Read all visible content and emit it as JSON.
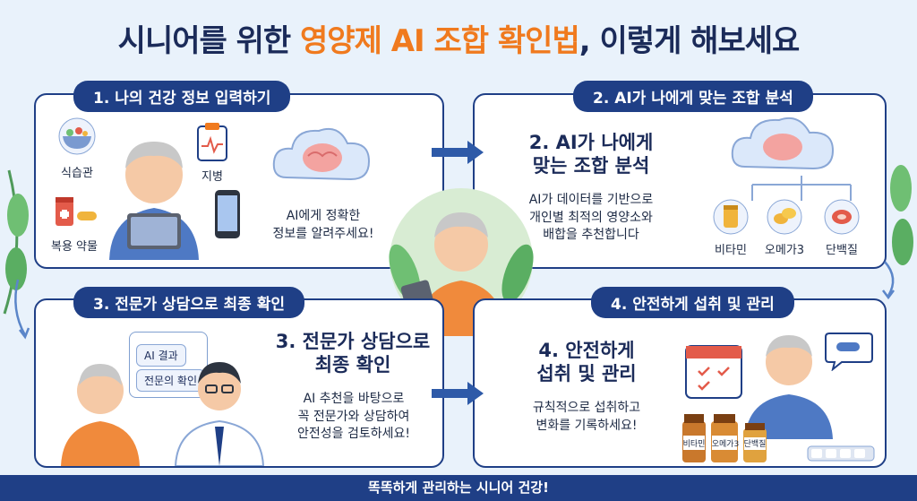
{
  "title": {
    "prefix": "시니어를 위한 ",
    "accent": "영양제 AI 조합 확인법",
    "suffix": ", 이렇게 해보세요"
  },
  "step1": {
    "pill": "1. 나의 건강 정보 입력하기",
    "diet_label": "식습관",
    "disease_label": "지병",
    "meds_label": "복용 약물",
    "body": "AI에게 정확한\n정보를 알려주세요!"
  },
  "step2": {
    "pill": "2. AI가 나에게 맞는 조합 분석",
    "heading": "2. AI가 나에게\n맞는 조합 분석",
    "body": "AI가 데이터를 기반으로\n개인별 최적의 영양소와\n배합을 추천합니다",
    "nutrients": [
      "비타민",
      "오메가3",
      "단백질"
    ]
  },
  "step3": {
    "pill": "3. 전문가 상담으로 최종 확인",
    "heading": "3. 전문가 상담으로\n최종 확인",
    "body": "AI 추천을 바탕으로\n꼭 전문가와 상담하여\n안전성을 검토하세요!",
    "card_items": [
      "AI 결과",
      "전문의 확인"
    ]
  },
  "step4": {
    "pill": "4. 안전하게 섭취 및 관리",
    "heading": "4. 안전하게\n섭취 및 관리",
    "body": "규칙적으로 섭취하고\n변화를 기록하세요!",
    "bottles": [
      "비타민",
      "오메가3",
      "단백질"
    ]
  },
  "footer": "똑똑하게 관리하는 시니어 건강!",
  "colors": {
    "navy": "#1f3f86",
    "accent": "#f07a1e",
    "background": "#e9f2fb"
  }
}
